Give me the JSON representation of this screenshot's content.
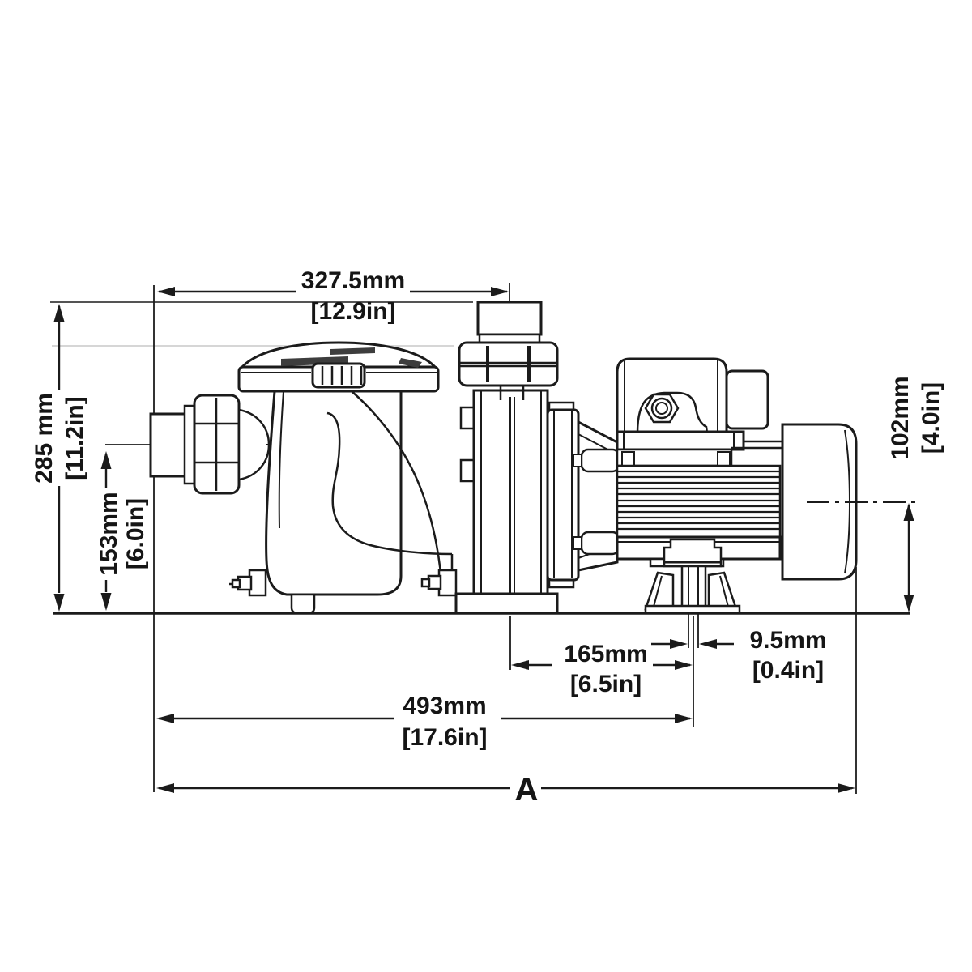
{
  "drawing": {
    "title": "pump-dimension-drawing",
    "colors": {
      "line": "#1b1b1b",
      "background": "#ffffff",
      "slot_fill": "#3d3d3d",
      "construction_line": "#c9c9c9"
    },
    "dimensions": {
      "top_width": {
        "mm": "327.5mm",
        "in": "[12.9in]"
      },
      "overall_height": {
        "mm": "285 mm",
        "in": "[11.2in]"
      },
      "inlet_height": {
        "mm": "153mm",
        "in": "[6.0in]"
      },
      "shaft_height": {
        "mm": "102mm",
        "in": "[4.0in]"
      },
      "discharge_to_drain": {
        "mm": "165mm",
        "in": "[6.5in]"
      },
      "drain_slot": {
        "mm": "9.5mm",
        "in": "[0.4in]"
      },
      "base_length": {
        "mm": "493mm",
        "in": "[17.6in]"
      },
      "overall_length": {
        "label": "A"
      }
    }
  }
}
